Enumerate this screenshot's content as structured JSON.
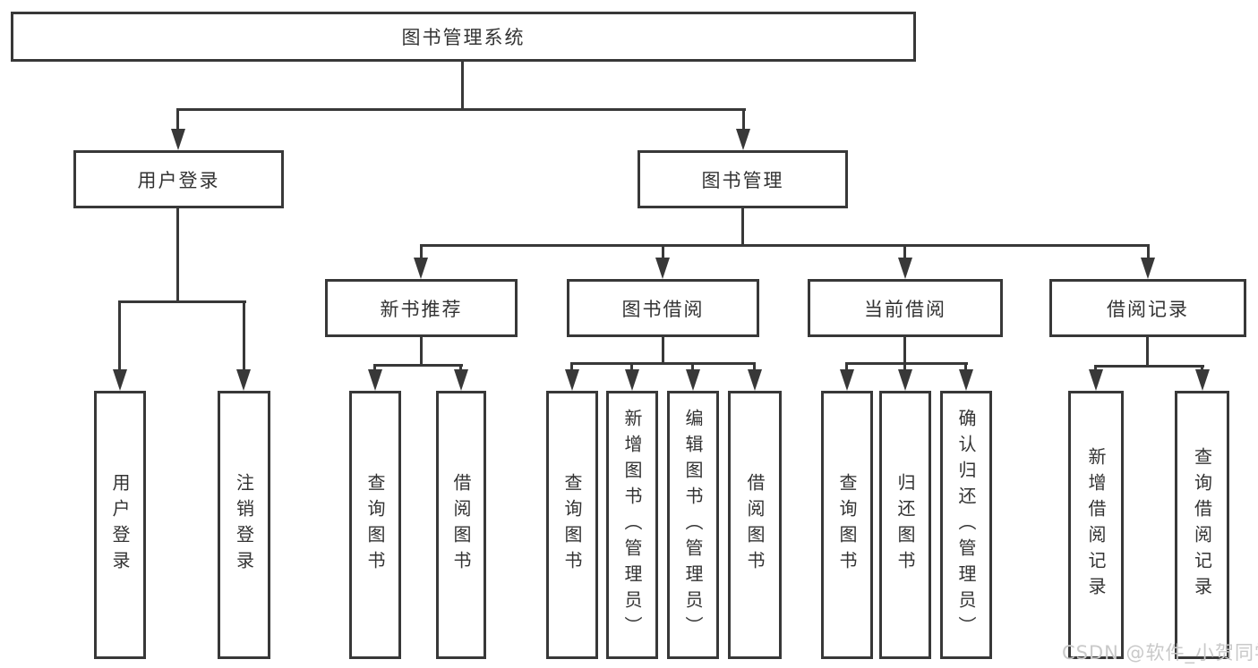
{
  "diagram": {
    "type": "tree",
    "direction": "top-down",
    "structure": {
      "root": "图书管理系统",
      "children": [
        {
          "node": "用户登录",
          "children": [
            "用户登录",
            "注销登录"
          ]
        },
        {
          "node": "图书管理",
          "children": [
            {
              "node": "新书推荐",
              "children": [
                "查询图书",
                "借阅图书"
              ]
            },
            {
              "node": "图书借阅",
              "children": [
                "查询图书",
                "新增图书（管理员）",
                "编辑图书（管理员）",
                "借阅图书"
              ]
            },
            {
              "node": "当前借阅",
              "children": [
                "查询图书",
                "归还图书",
                "确认归还（管理员）"
              ]
            },
            {
              "node": "借阅记录",
              "children": [
                "新增借阅记录",
                "查询借阅记录"
              ]
            }
          ]
        }
      ]
    }
  },
  "nodes": {
    "root": {
      "label": "图书管理系统"
    },
    "user_login": {
      "label": "用户登录"
    },
    "book_mgmt": {
      "label": "图书管理"
    },
    "new_book_rec": {
      "label": "新书推荐"
    },
    "book_borrow": {
      "label": "图书借阅"
    },
    "current_borrow": {
      "label": "当前借阅"
    },
    "borrow_record": {
      "label": "借阅记录"
    },
    "leaf_user_login": {
      "label": "用户登录"
    },
    "leaf_logout": {
      "label": "注销登录"
    },
    "rec_query_book": {
      "label": "查询图书"
    },
    "rec_borrow_book": {
      "label": "借阅图书"
    },
    "bb_query_book": {
      "label": "查询图书"
    },
    "bb_add_book": {
      "label": "新增图书（管理员）"
    },
    "bb_edit_book": {
      "label": "编辑图书（管理员）"
    },
    "bb_borrow_book": {
      "label": "借阅图书"
    },
    "cb_query_book": {
      "label": "查询图书"
    },
    "cb_return_book": {
      "label": "归还图书"
    },
    "cb_confirm_return": {
      "label": "确认归还（管理员）"
    },
    "br_add_record": {
      "label": "新增借阅记录"
    },
    "br_query_record": {
      "label": "查询借阅记录"
    }
  },
  "watermark": {
    "text": "CSDN @软件_小贺同学",
    "color": "#c9c9c9"
  },
  "colors": {
    "line": "#383838",
    "text": "#333333",
    "background": "#ffffff"
  }
}
